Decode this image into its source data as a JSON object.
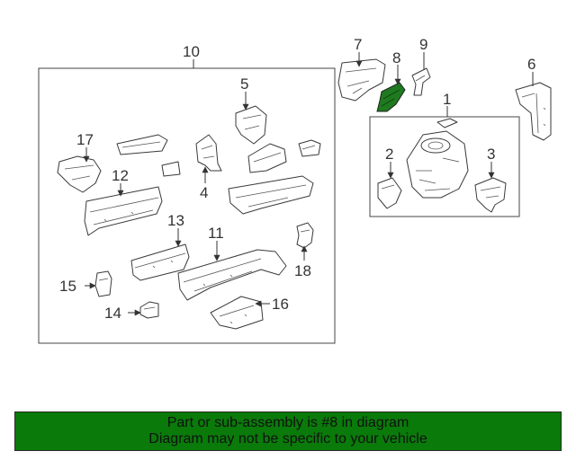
{
  "callouts": {
    "c1": "1",
    "c2": "2",
    "c3": "3",
    "c4": "4",
    "c5": "5",
    "c6": "6",
    "c7": "7",
    "c8": "8",
    "c9": "9",
    "c10": "10",
    "c11": "11",
    "c12": "12",
    "c13": "13",
    "c14": "14",
    "c15": "15",
    "c16": "16",
    "c17": "17",
    "c18": "18"
  },
  "highlight": {
    "part": "8",
    "color": "#1f7a1f"
  },
  "banner": {
    "line1": "Part or sub-assembly is #8 in diagram",
    "line2": "Diagram may not be specific to your vehicle",
    "color": "#0a7a0a"
  }
}
